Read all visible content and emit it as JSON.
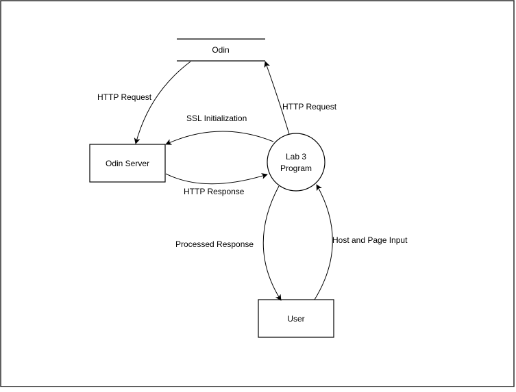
{
  "diagram": {
    "type": "data-flow-diagram",
    "colors": {
      "stroke": "#000000",
      "fill": "#ffffff",
      "frame": "#2b2b2b"
    },
    "nodes": {
      "datastore": {
        "label": "Odin",
        "kind": "data-store"
      },
      "odin_server": {
        "label": "Odin Server",
        "kind": "external-entity"
      },
      "lab3": {
        "label_line1": "Lab 3",
        "label_line2": "Program",
        "kind": "process"
      },
      "user": {
        "label": "User",
        "kind": "external-entity"
      }
    },
    "flows": {
      "lab3_to_odin": {
        "label": "HTTP Request",
        "from": "Lab 3 Program",
        "to": "Odin"
      },
      "odin_to_server": {
        "label": "HTTP Request",
        "from": "Odin",
        "to": "Odin Server"
      },
      "ssl_init": {
        "label": "SSL Initialization",
        "from": "Lab 3 Program",
        "to": "Odin Server"
      },
      "http_response": {
        "label": "HTTP Response",
        "from": "Odin Server",
        "to": "Lab 3 Program"
      },
      "processed_response": {
        "label": "Processed Response",
        "from": "Lab 3 Program",
        "to": "User"
      },
      "host_page_input": {
        "label": "Host and Page Input",
        "from": "User",
        "to": "Lab 3 Program"
      }
    }
  }
}
